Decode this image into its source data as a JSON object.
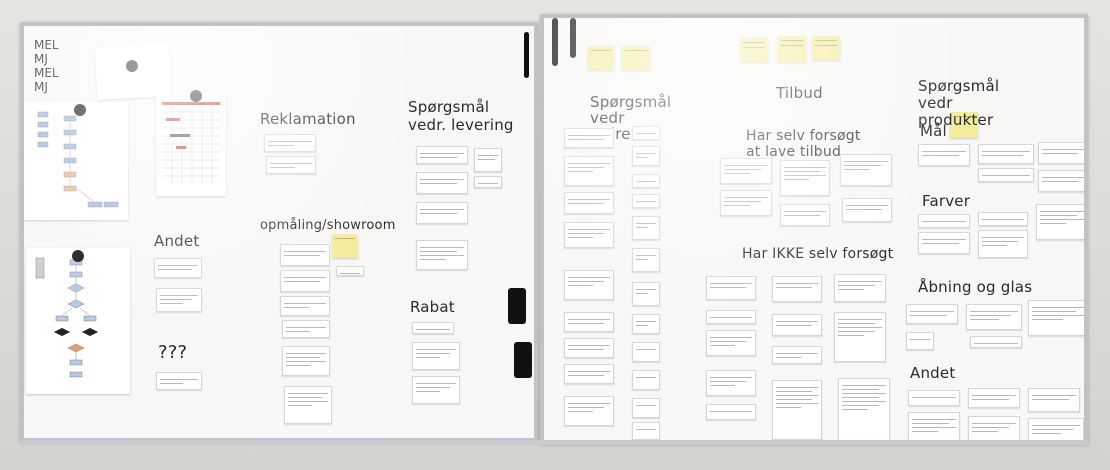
{
  "left_board": {
    "legend": [
      "MEL",
      "MJ",
      "MEL",
      "MJ"
    ],
    "headings": {
      "reklamation": "Reklamation",
      "levering": "Spørgsmål vedr. levering",
      "opmaling": "opmåling/showroom",
      "rabat": "Rabat",
      "andet": "Andet",
      "unknown": "???"
    }
  },
  "right_board": {
    "headings": {
      "ordre": "Spørgsmål vedr ordre",
      "tilbud": "Tilbud",
      "selv_forsoegt": "Har selv forsøgt at lave tilbud",
      "ikke_forsoegt": "Har IKKE selv forsøgt",
      "produkter": "Spørgsmål vedr produkter",
      "mal": "Mål",
      "farver": "Farver",
      "aabning": "Åbning og glas",
      "andet": "Andet"
    }
  }
}
